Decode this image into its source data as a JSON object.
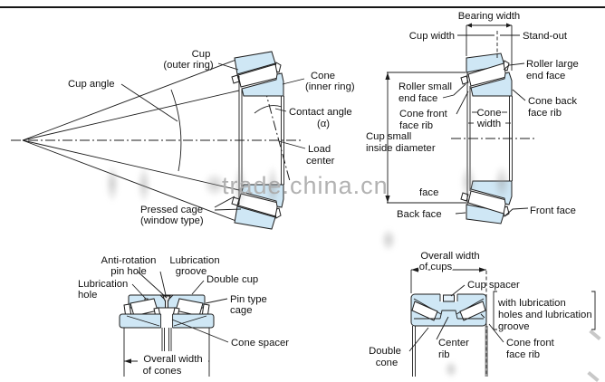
{
  "watermark": "trade.china.cn",
  "colors": {
    "bearing_fill": "#cfe7f5",
    "line": "#1c1c1c",
    "watermark_gray": "#b2b2b2"
  },
  "figure1": {
    "cup_angle": "Cup angle",
    "cup": [
      "Cup",
      "(outer ring)"
    ],
    "cone": [
      "Cone",
      "(inner ring)"
    ],
    "contact_angle": [
      "Contact angle",
      "(α)"
    ],
    "load_center": [
      "Load",
      "center"
    ],
    "pressed_cage": [
      "Pressed cage",
      "(window type)"
    ]
  },
  "figure2": {
    "bearing_width": "Bearing width",
    "cup_width": "Cup width",
    "stand_out": "Stand-out",
    "roller_large": [
      "Roller large",
      "end face"
    ],
    "roller_small": [
      "Roller small",
      "end face"
    ],
    "cone_back": [
      "Cone back",
      "face rib"
    ],
    "cone_front": [
      "Cone front",
      "face rib"
    ],
    "cone_width": [
      "Cone",
      "width"
    ],
    "cup_small": [
      "Cup small",
      "inside diameter"
    ],
    "face_partial": "face",
    "back_face": "Back face",
    "front_face": "Front face"
  },
  "figure3": {
    "anti_rotation": [
      "Anti-rotation",
      "pin hole"
    ],
    "lubrication_groove": [
      "Lubrication",
      "groove"
    ],
    "double_cup": "Double cup",
    "lubrication_hole": [
      "Lubrication",
      "hole"
    ],
    "pin_type_cage": [
      "Pin type",
      "cage"
    ],
    "cone_spacer": "Cone spacer",
    "overall_width": [
      "Overall width",
      "of cones"
    ]
  },
  "figure4": {
    "overall_width": [
      "Overall width",
      "of cups"
    ],
    "cup_spacer": "Cup spacer",
    "note": [
      "with lubrication",
      "holes and lubrication",
      "groove"
    ],
    "double_cone": [
      "Double",
      "cone"
    ],
    "center_rib": [
      "Center",
      "rib"
    ],
    "cone_front": [
      "Cone front",
      "face rib"
    ]
  }
}
